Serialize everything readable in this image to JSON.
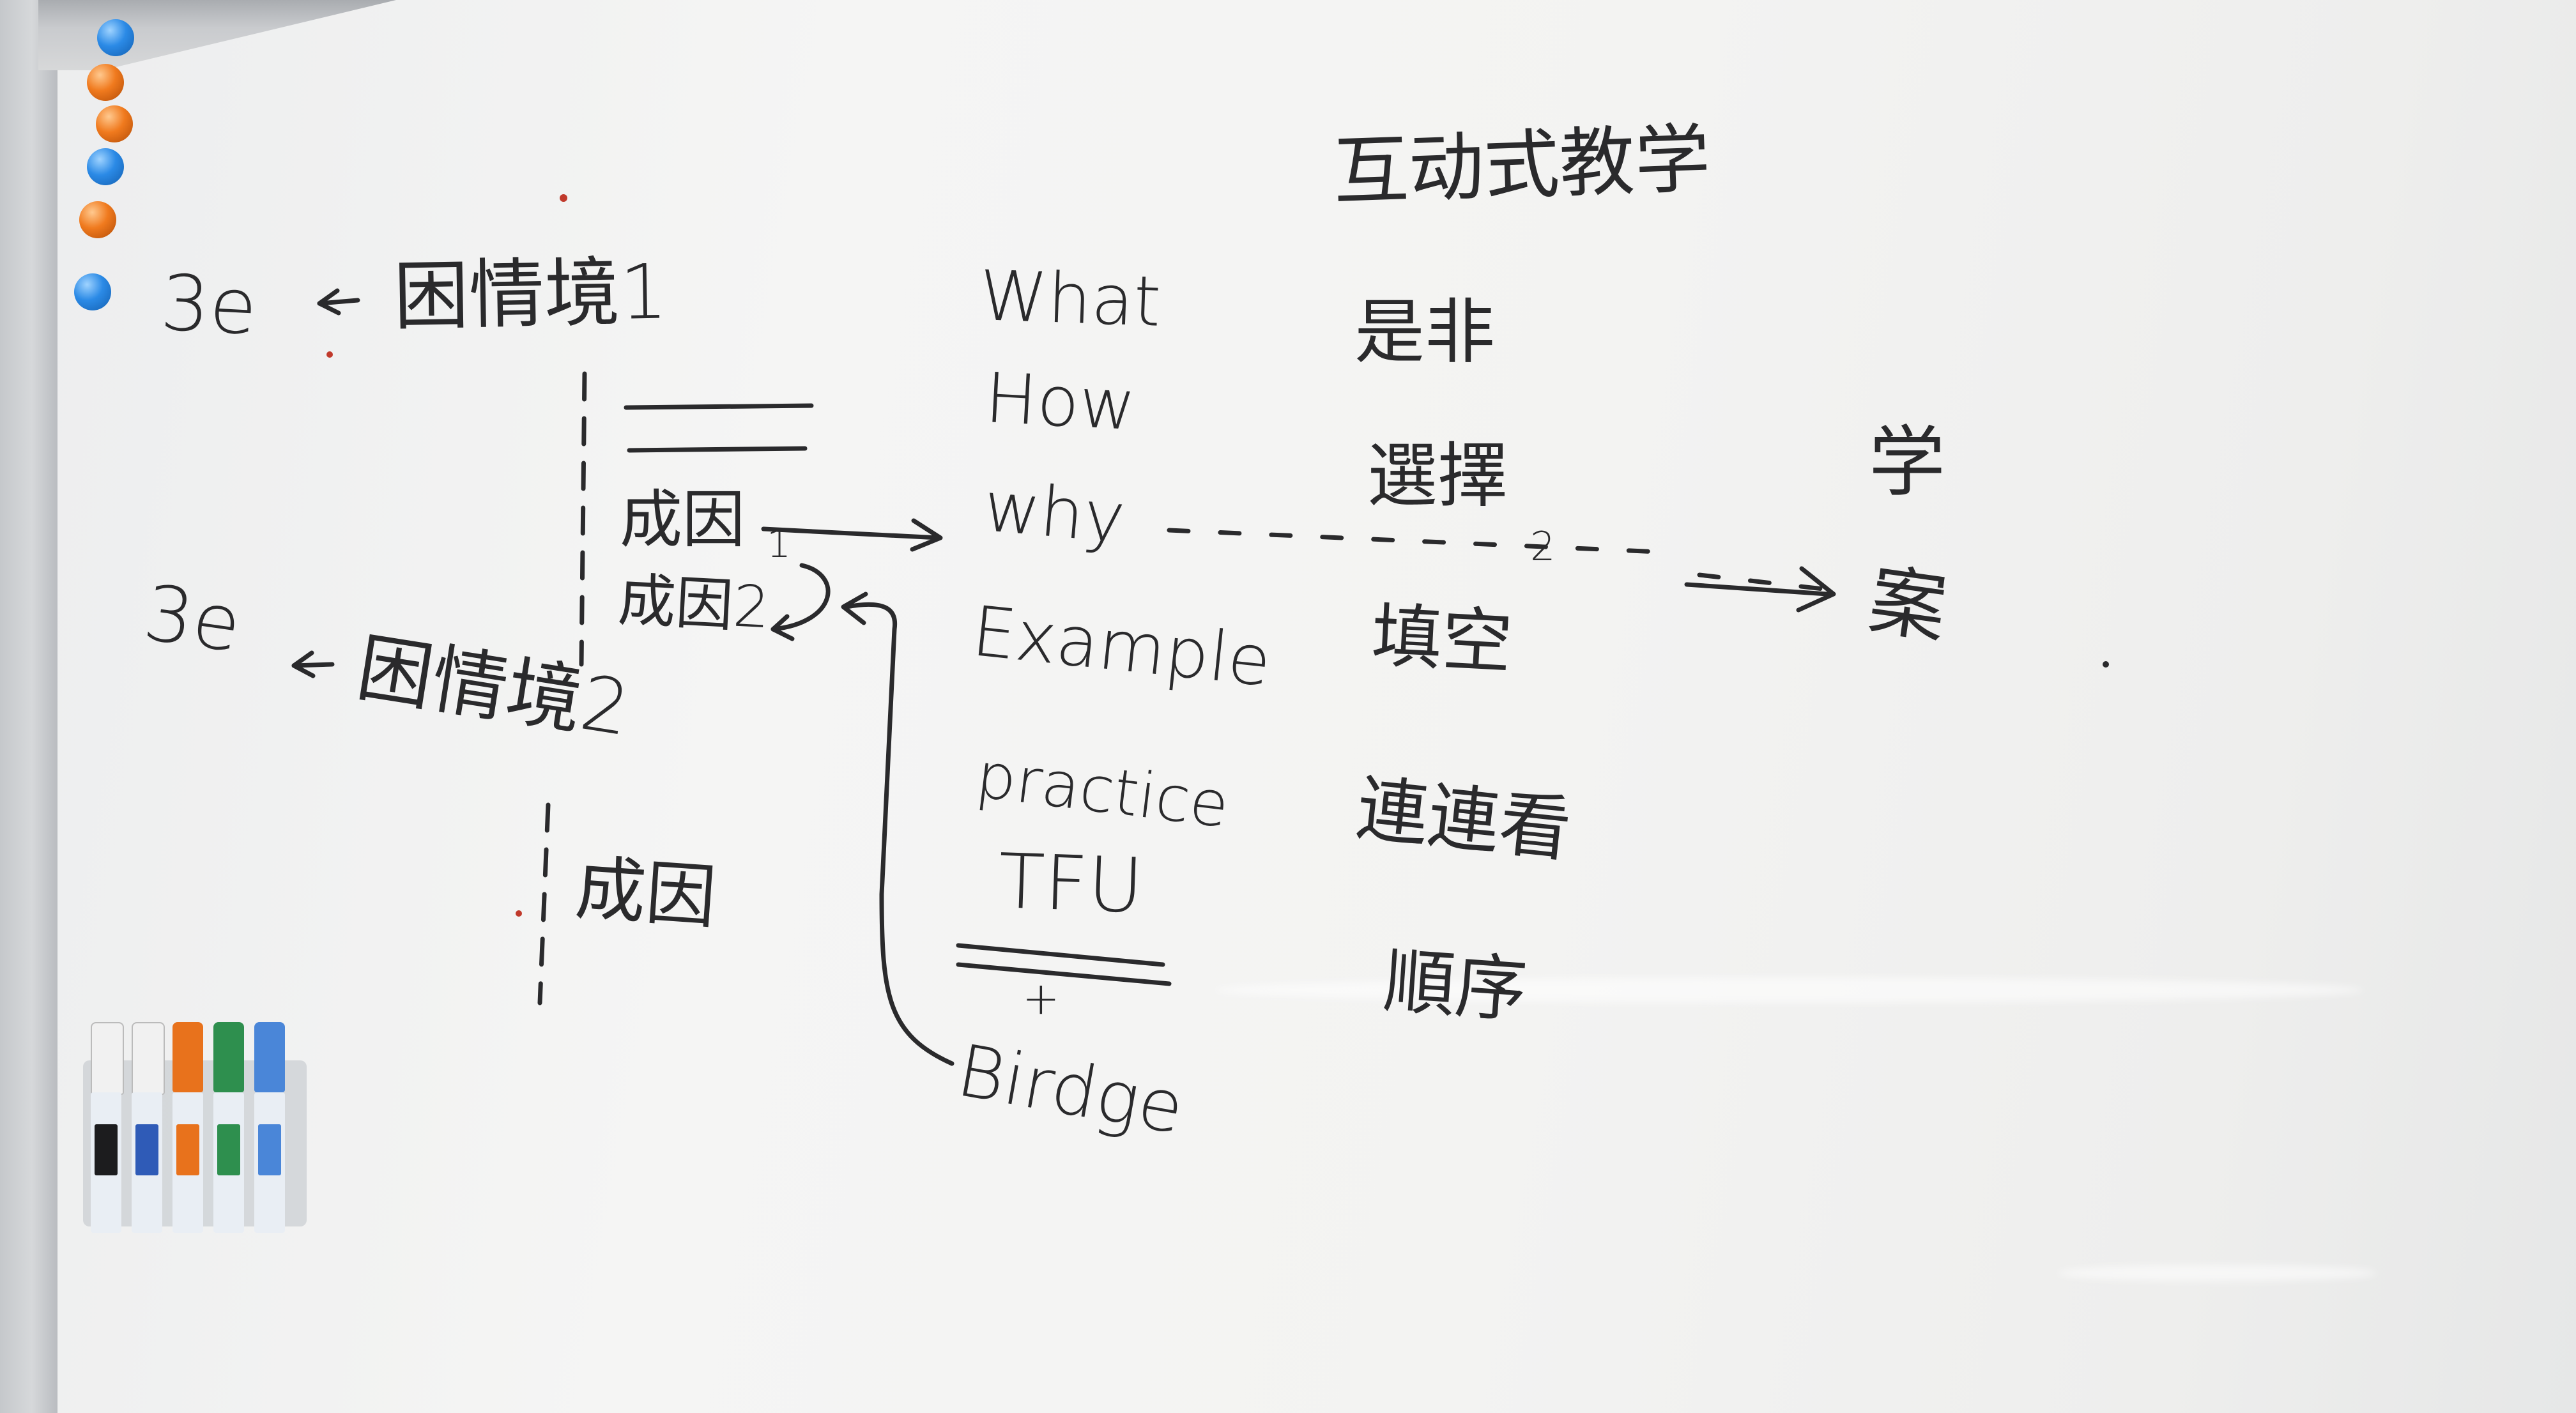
{
  "board": {
    "title": "互动式教学",
    "left_column": {
      "top_group": {
        "label": "3e",
        "arrow": "←",
        "heading": "困情境1",
        "cause1": "成因",
        "mark1": "1",
        "cause2": "成因2"
      },
      "bottom_group": {
        "label": "3e",
        "arrow": "←",
        "heading": "困情境2",
        "cause": "成因"
      }
    },
    "middle_column": [
      "What",
      "How",
      "why",
      "Example",
      "practice",
      "TFU",
      "+",
      "Birdge"
    ],
    "right_column": [
      "是非",
      "選擇",
      "填空",
      "連連看",
      "順序"
    ],
    "dashed_mark": "2",
    "far_right": [
      "学",
      "案"
    ]
  },
  "colors": {
    "ink": "#2a2a2c",
    "magnet_blue": "#2b8ae6",
    "magnet_orange": "#f07a1e",
    "board": "#f3f3f2"
  },
  "markers": [
    {
      "name": "black-marker",
      "color": "#1c1c1e"
    },
    {
      "name": "blue-marker",
      "color": "#2f5bb7"
    },
    {
      "name": "orange-marker",
      "color": "#e8721c"
    },
    {
      "name": "green-marker",
      "color": "#2e8f4e"
    },
    {
      "name": "light-blue-marker",
      "color": "#4a86d8"
    }
  ]
}
